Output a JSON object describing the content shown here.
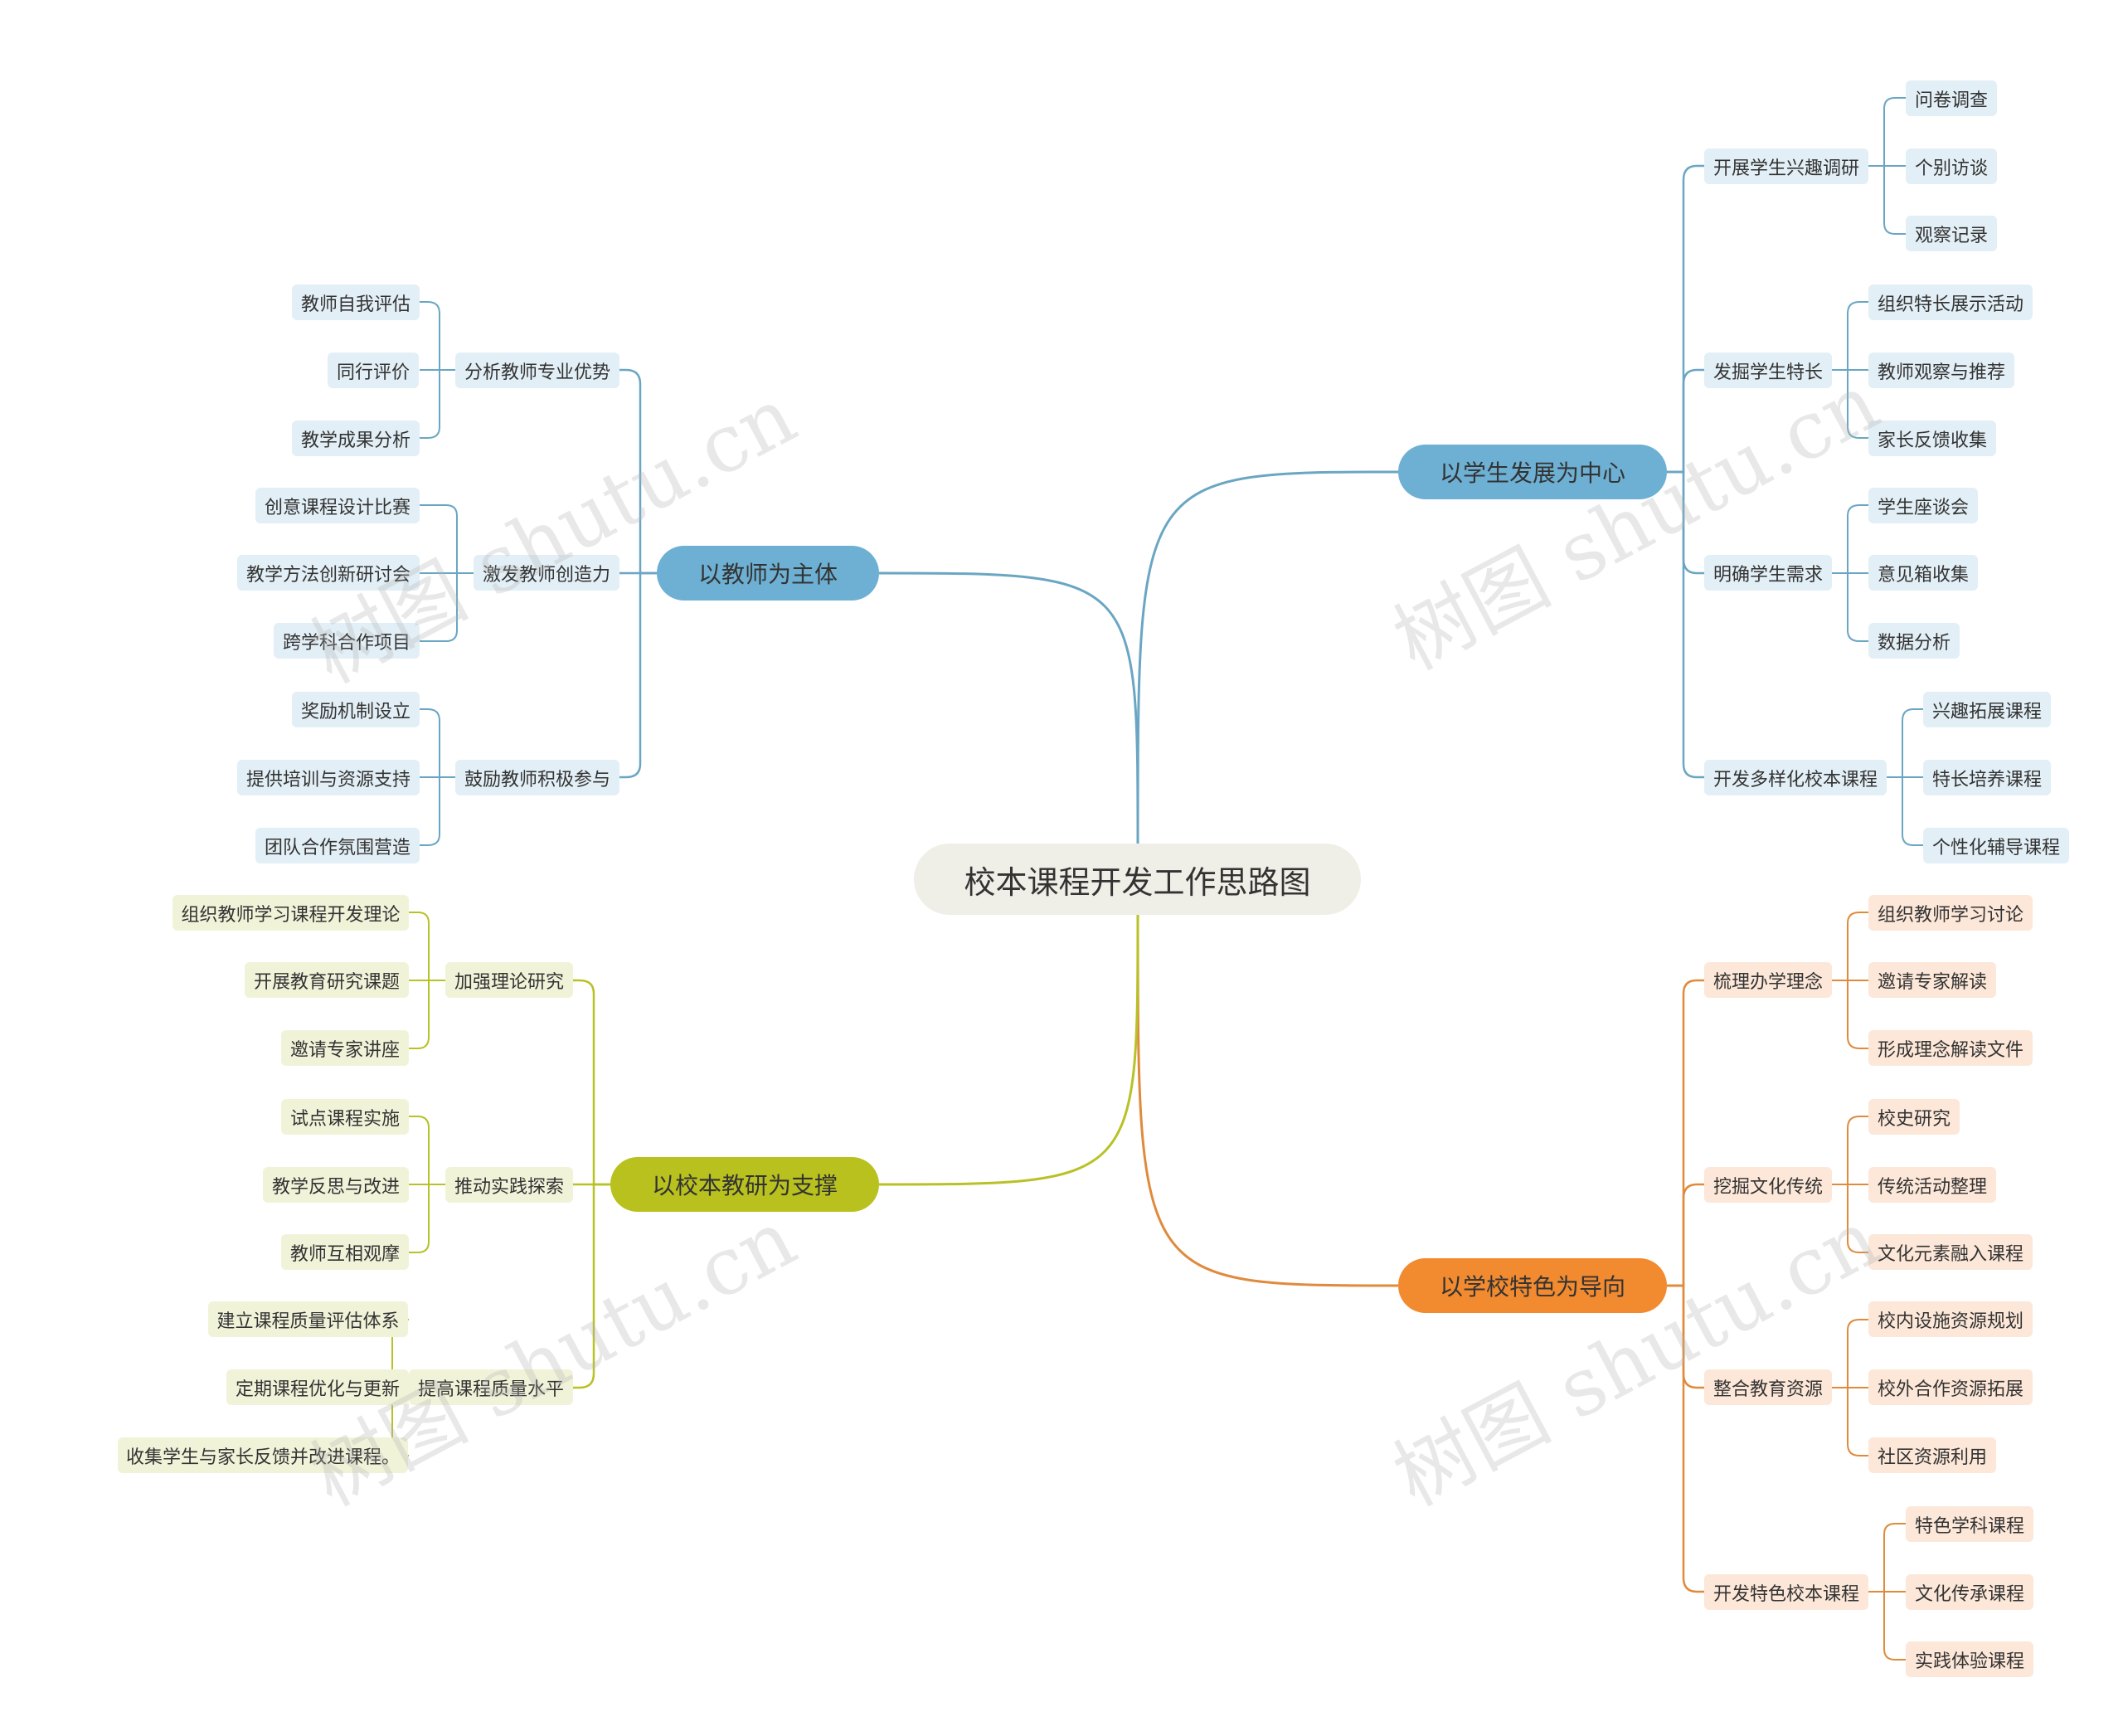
{
  "root": "校本课程开发工作思路图",
  "watermark": "树图 shutu.cn",
  "colors": {
    "blue_line": "#6aa6c3",
    "blue_main": "#6db0d3",
    "blue_leaf": "#e3eff6",
    "green_line": "#b8c126",
    "green_main": "#b8c11e",
    "green_leaf": "#f1f3d9",
    "orange_line": "#e08a3c",
    "orange_main": "#f28a30",
    "orange_leaf": "#fce7d8"
  },
  "branches": [
    {
      "label": "以学生发展为中心",
      "side": "right",
      "theme": "blue",
      "children": [
        {
          "label": "开展学生兴趣调研",
          "children": [
            "问卷调查",
            "个别访谈",
            "观察记录"
          ]
        },
        {
          "label": "发掘学生特长",
          "children": [
            "组织特长展示活动",
            "教师观察与推荐",
            "家长反馈收集"
          ]
        },
        {
          "label": "明确学生需求",
          "children": [
            "学生座谈会",
            "意见箱收集",
            "数据分析"
          ]
        },
        {
          "label": "开发多样化校本课程",
          "children": [
            "兴趣拓展课程",
            "特长培养课程",
            "个性化辅导课程"
          ]
        }
      ]
    },
    {
      "label": "以学校特色为导向",
      "side": "right",
      "theme": "orange",
      "children": [
        {
          "label": "梳理办学理念",
          "children": [
            "组织教师学习讨论",
            "邀请专家解读",
            "形成理念解读文件"
          ]
        },
        {
          "label": "挖掘文化传统",
          "children": [
            "校史研究",
            "传统活动整理",
            "文化元素融入课程"
          ]
        },
        {
          "label": "整合教育资源",
          "children": [
            "校内设施资源规划",
            "校外合作资源拓展",
            "社区资源利用"
          ]
        },
        {
          "label": "开发特色校本课程",
          "children": [
            "特色学科课程",
            "文化传承课程",
            "实践体验课程"
          ]
        }
      ]
    },
    {
      "label": "以教师为主体",
      "side": "left",
      "theme": "blue",
      "children": [
        {
          "label": "分析教师专业优势",
          "children": [
            "教师自我评估",
            "同行评价",
            "教学成果分析"
          ]
        },
        {
          "label": "激发教师创造力",
          "children": [
            "创意课程设计比赛",
            "教学方法创新研讨会",
            "跨学科合作项目"
          ]
        },
        {
          "label": "鼓励教师积极参与",
          "children": [
            "奖励机制设立",
            "提供培训与资源支持",
            "团队合作氛围营造"
          ]
        }
      ]
    },
    {
      "label": "以校本教研为支撑",
      "side": "left",
      "theme": "green",
      "children": [
        {
          "label": "加强理论研究",
          "children": [
            "组织教师学习课程开发理论",
            "开展教育研究课题",
            "邀请专家讲座"
          ]
        },
        {
          "label": "推动实践探索",
          "children": [
            "试点课程实施",
            "教学反思与改进",
            "教师互相观摩"
          ]
        },
        {
          "label": "提高课程质量水平",
          "children": [
            "建立课程质量评估体系",
            "定期课程优化与更新",
            "收集学生与家长反馈并改进课程。"
          ]
        }
      ]
    }
  ]
}
